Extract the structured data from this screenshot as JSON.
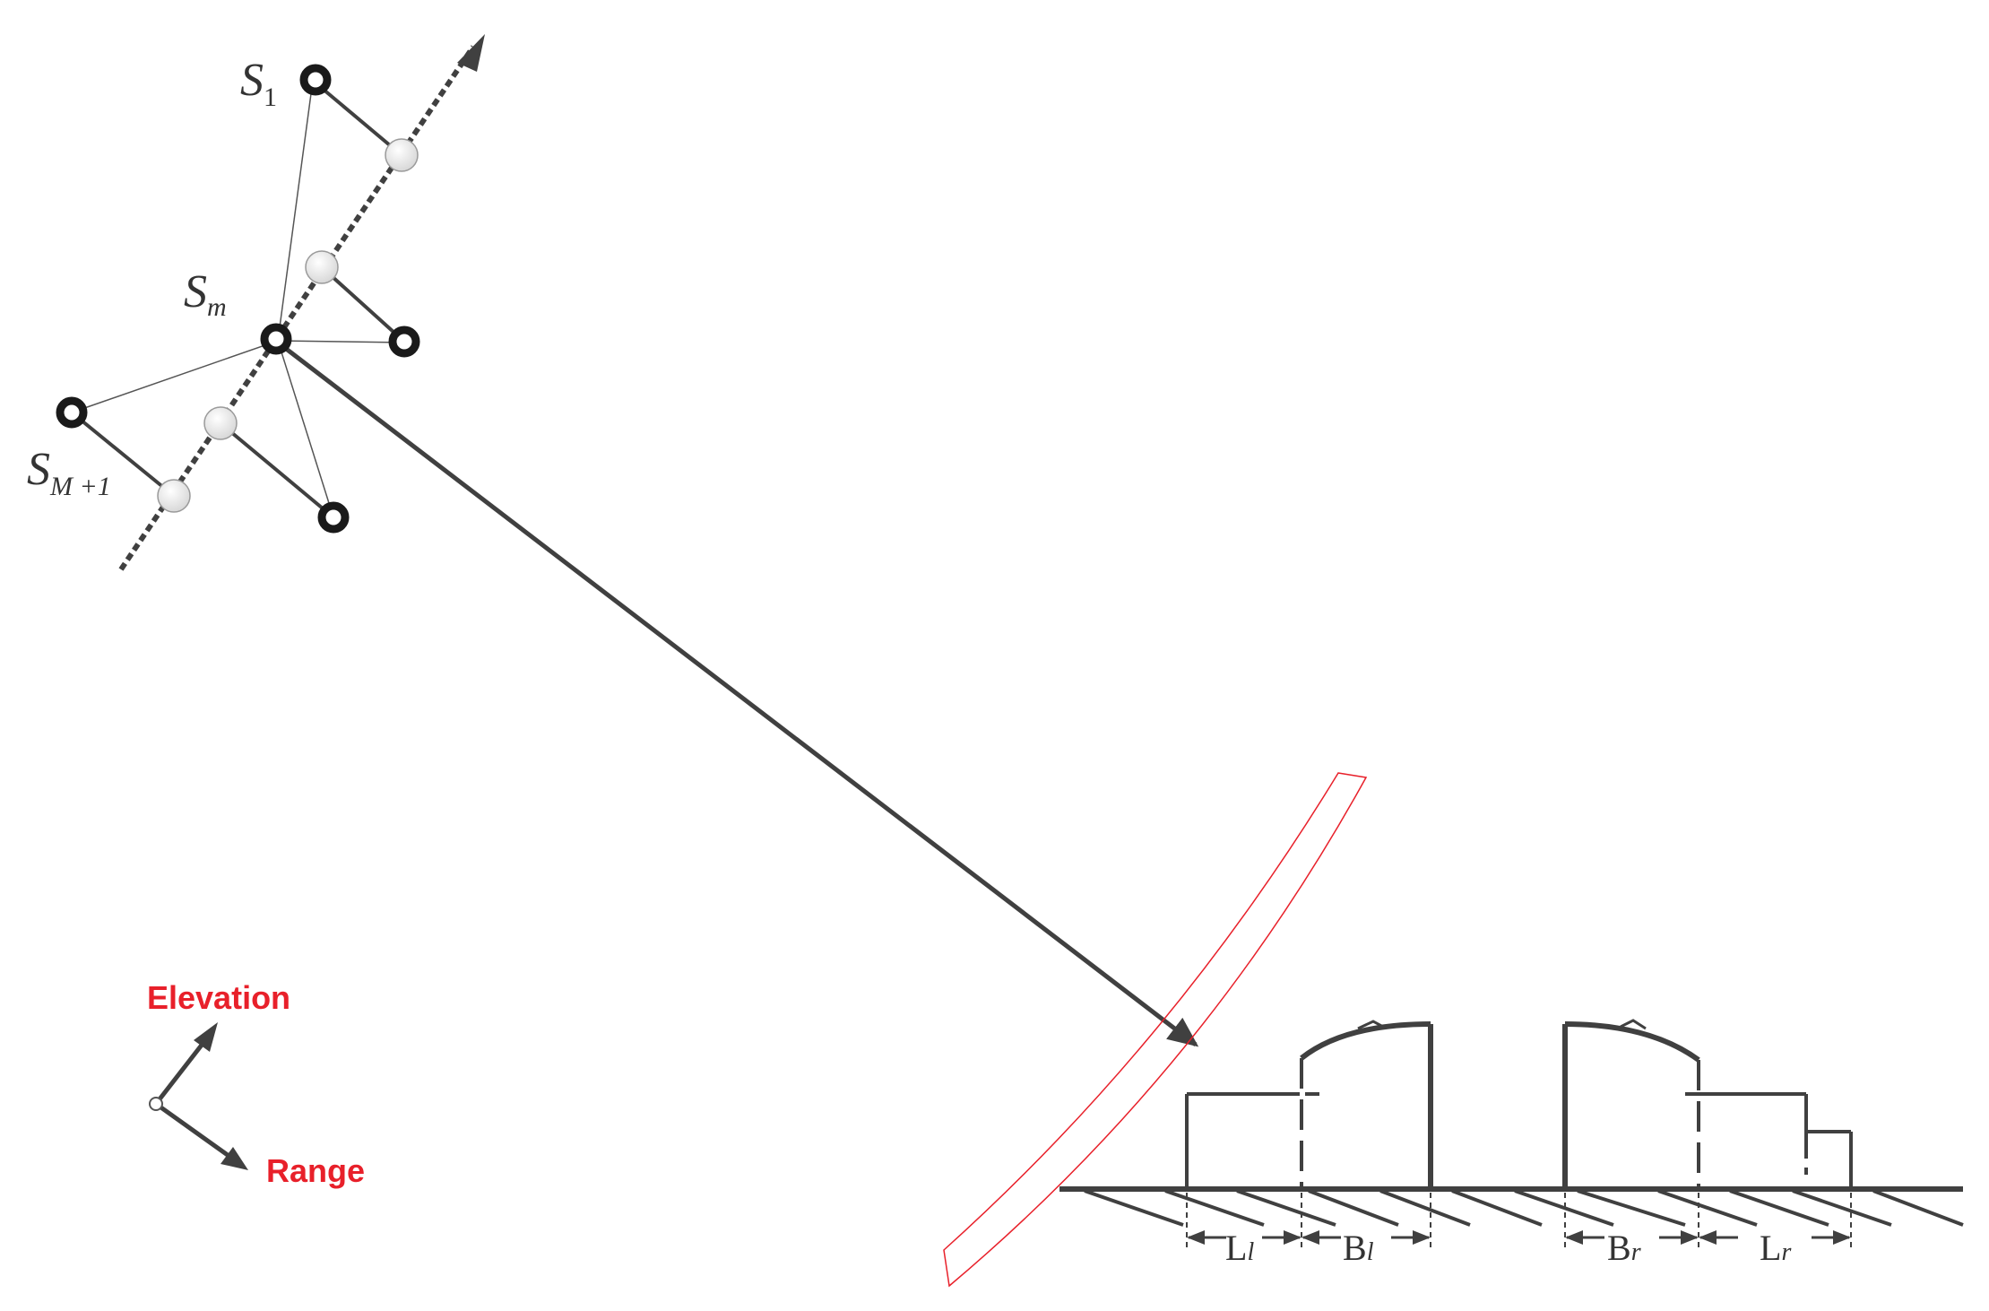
{
  "labels": {
    "s1": {
      "main": "S",
      "sub": "1"
    },
    "sm": {
      "main": "S",
      "sub": "m"
    },
    "sm1": {
      "main": "S",
      "sub": "M +1"
    },
    "elevation": "Elevation",
    "range": "Range",
    "ll": {
      "main": "L",
      "sub": "l"
    },
    "bl": {
      "main": "B",
      "sub": "l"
    },
    "br": {
      "main": "B",
      "sub": "r"
    },
    "lr": {
      "main": "L",
      "sub": "r"
    }
  },
  "colors": {
    "stroke": "#404040",
    "satellite": "#1a1a1a",
    "projection": "#ececec",
    "wavefront": "#e8202a",
    "axis_label": "#e8202a"
  }
}
